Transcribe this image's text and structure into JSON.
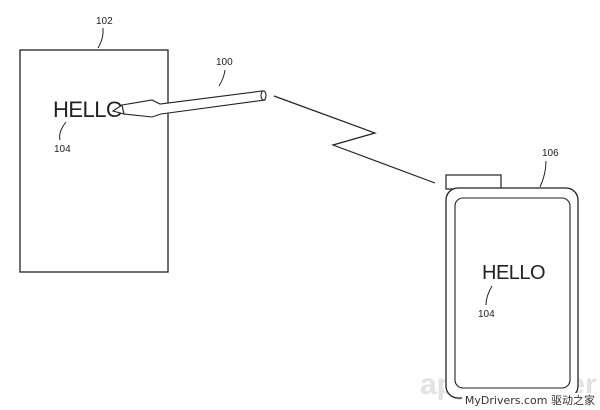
{
  "figure": {
    "labels": {
      "paper_ref": "102",
      "stylus_ref": "100",
      "device_ref": "106",
      "paper_text": "HELLO",
      "paper_text_ref": "104",
      "device_text": "HELLO",
      "device_text_ref": "104"
    },
    "watermark": "appleinsider",
    "credit": "MyDrivers.com 驱动之家"
  }
}
